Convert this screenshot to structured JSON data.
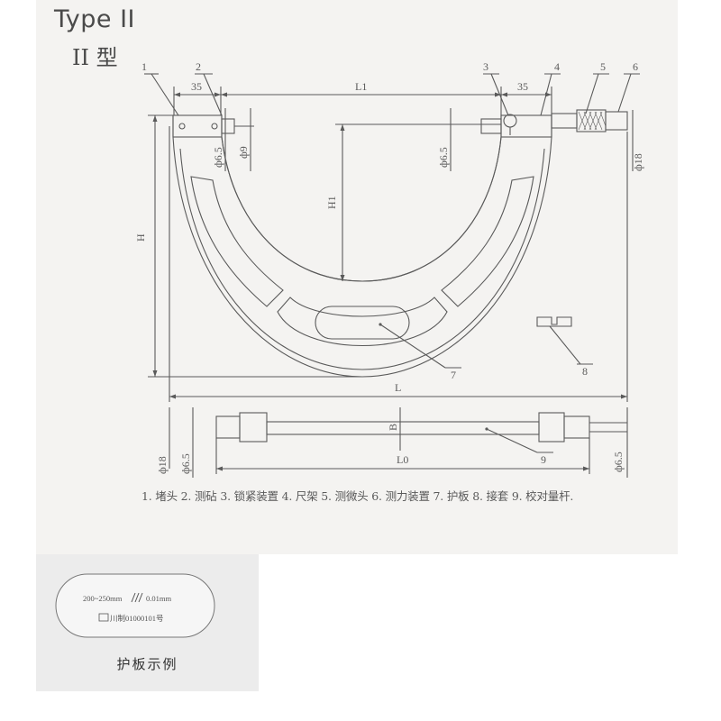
{
  "header": {
    "title": "Type II",
    "subtitle": "II 型"
  },
  "callouts": [
    "1",
    "2",
    "3",
    "4",
    "5",
    "6",
    "7",
    "8",
    "9"
  ],
  "dimensions": {
    "dim_35_left": "35",
    "dim_L1": "L1",
    "dim_35_right": "35",
    "dim_phi65_anvil": "ф6.5",
    "dim_phi9": "ф9",
    "dim_phi65_spindle": "ф6.5",
    "dim_phi18_spindle": "ф18",
    "dim_H": "H",
    "dim_H1": "H1",
    "dim_L": "L",
    "dim_B": "B",
    "dim_L0": "L0",
    "dim_phi18_rod": "ф18",
    "dim_phi65_rod_left": "ф6.5",
    "dim_phi65_rod_right": "ф6.5"
  },
  "legend": "1. 堵头 2. 测砧 3. 锁紧装置 4. 尺架 5. 测微头 6. 测力装置 7. 护板 8. 接套 9. 校对量杆.",
  "sample": {
    "range_text": "200~250mm",
    "accuracy_text": "0.01mm",
    "license_text": "川制01000101号",
    "caption": "护板示例"
  }
}
